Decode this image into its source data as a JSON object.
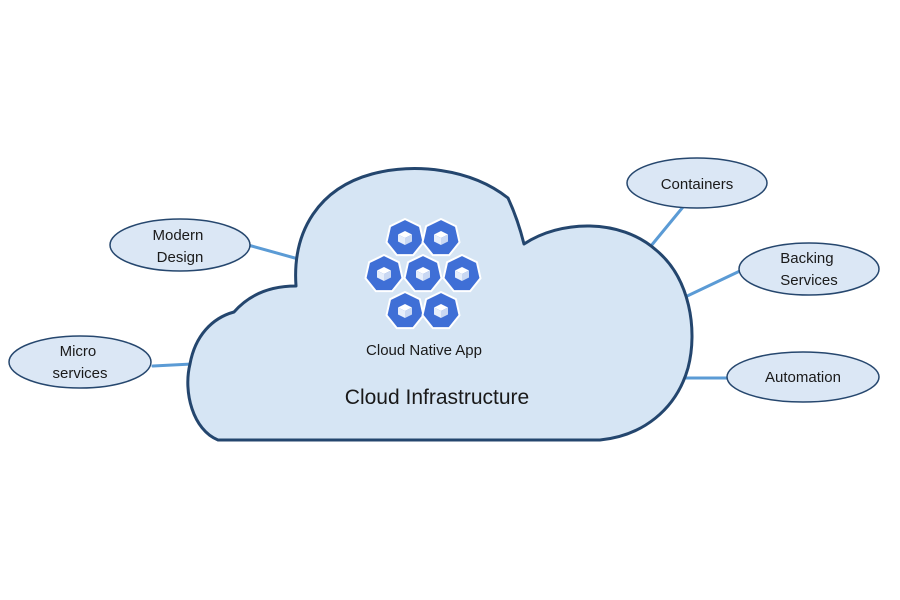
{
  "cloud": {
    "label": "Cloud Infrastructure",
    "app_label": "Cloud Native App",
    "app_icon": "kubernetes-cube-hexagon-cluster"
  },
  "nodes": {
    "modern_design": [
      "Modern",
      "Design"
    ],
    "micro_services": [
      "Micro",
      "services"
    ],
    "containers": [
      "Containers"
    ],
    "backing_services": [
      "Backing",
      "Services"
    ],
    "automation": [
      "Automation"
    ]
  },
  "colors": {
    "cloud_fill": "#d6e5f4",
    "cloud_stroke": "#24466e",
    "node_fill": "#dbe7f5",
    "node_stroke": "#26476e",
    "connector": "#5b9bd5",
    "hex_fill": "#3f6fd6",
    "hex_stroke": "#ffffff"
  }
}
